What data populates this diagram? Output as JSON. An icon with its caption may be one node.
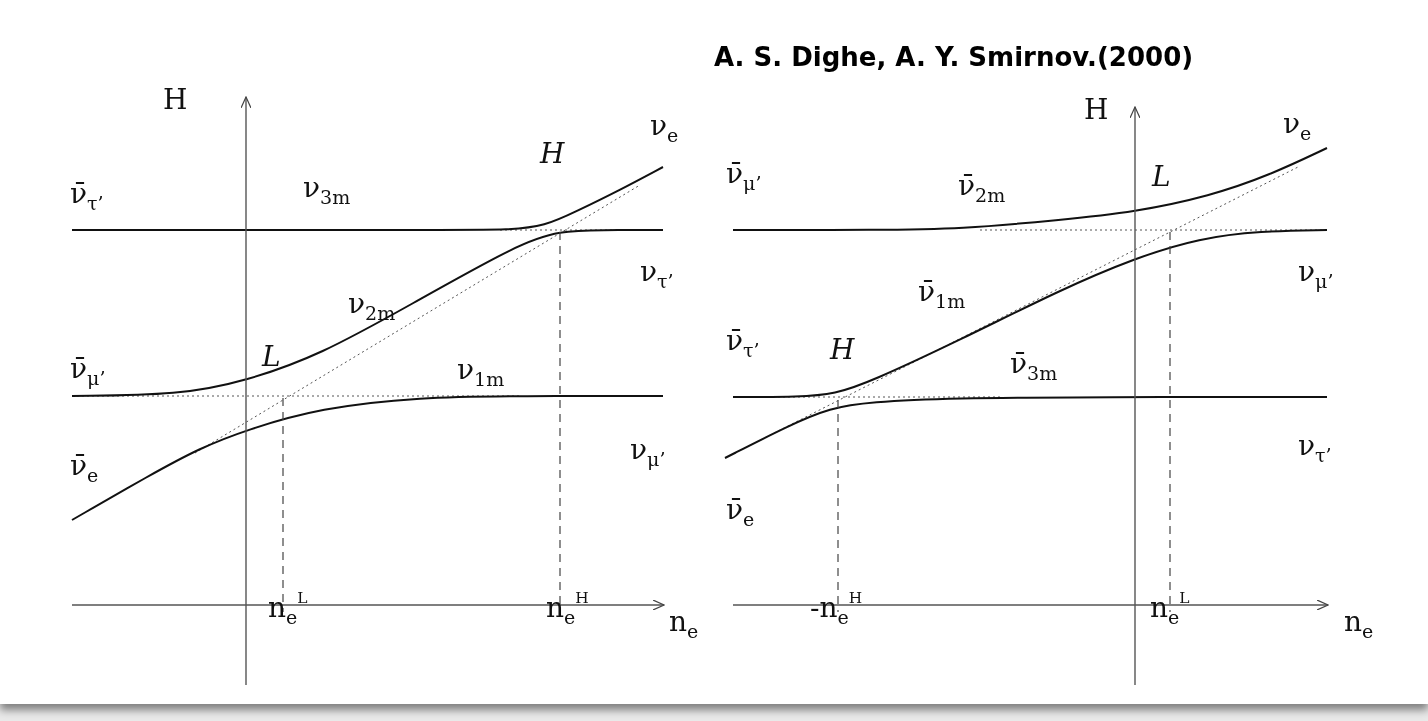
{
  "diagram": {
    "labels": [
      "A. S. Dighe, A. Y. Smirnov.(2000)",
      "H",
      "ν$_{e}$",
      "H",
      "ν̄$_{τ’}$",
      "ν$_{3m}$",
      "ν$_{τ’}$",
      "ν$_{2m}$",
      "ν̄$_{μ’}$",
      "L",
      "ν$_{1m}$",
      "ν̄$_{e}$",
      "ν$_{μ’}$",
      "n$_{e}$$^{L}$",
      "n$_{e}$$^{H}$",
      "n$_{e}$",
      "H",
      "ν$_{e}$",
      "L",
      "ν̄$_{μ’}$",
      "ν̄$_{2m}$",
      "ν$_{μ’}$",
      "ν̄$_{1m}$",
      "ν̄$_{τ’}$",
      "H",
      "ν̄$_{3m}$",
      "ν$_{τ’}$",
      "ν̄$_{e}$",
      "-n$_{e}$$^{H}$",
      "n$_{e}$$^{L}$",
      "n$_{e}$"
    ]
  }
}
